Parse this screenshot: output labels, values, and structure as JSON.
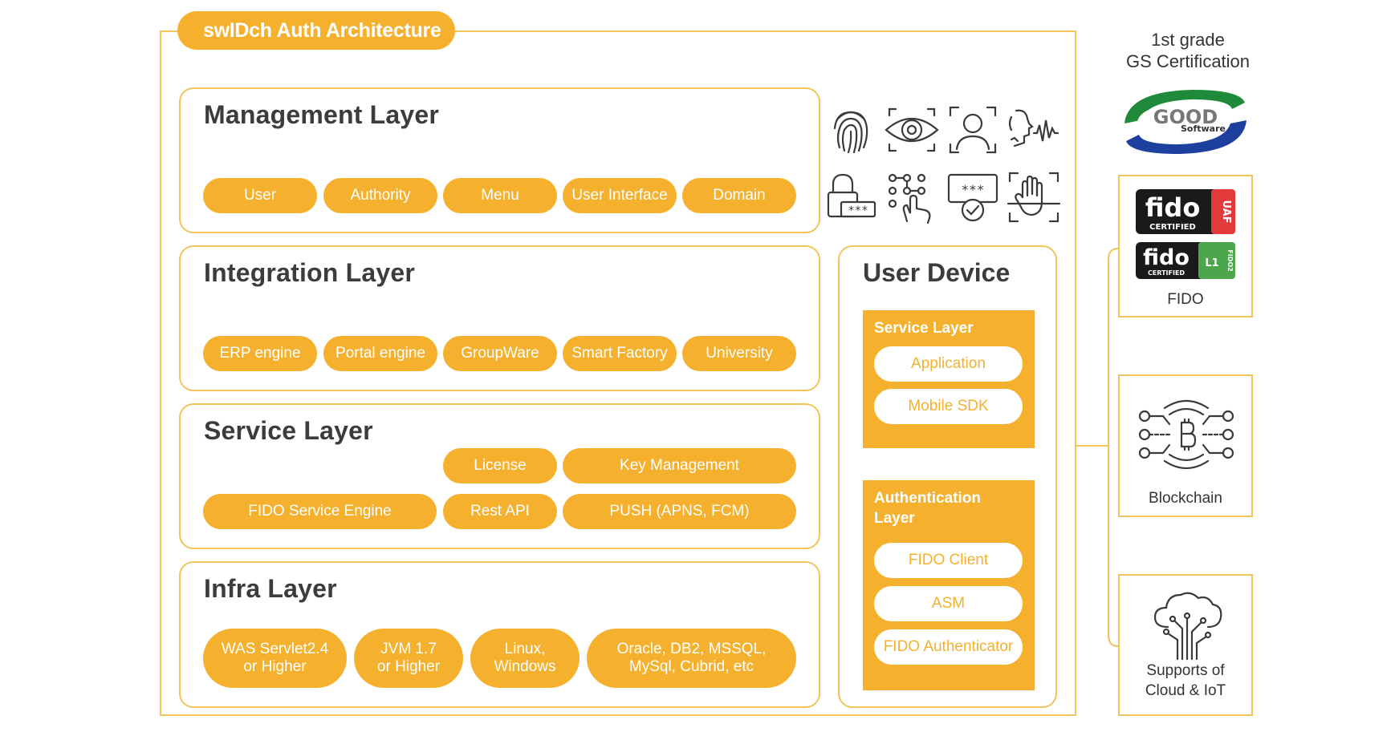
{
  "title": "swIDch Auth Architecture",
  "layers": {
    "management": {
      "title": "Management Layer",
      "items": [
        "User",
        "Authority",
        "Menu",
        "User Interface",
        "Domain"
      ]
    },
    "integration": {
      "title": "Integration Layer",
      "items": [
        "ERP engine",
        "Portal engine",
        "GroupWare",
        "Smart Factory",
        "University"
      ]
    },
    "service": {
      "title": "Service Layer",
      "items": [
        "License",
        "Key Management",
        "FIDO Service Engine",
        "Rest API",
        "PUSH (APNS, FCM)"
      ]
    },
    "infra": {
      "title": "Infra Layer",
      "items": [
        {
          "line1": "WAS Servlet2.4",
          "line2": "or Higher"
        },
        {
          "line1": "JVM 1.7",
          "line2": "or Higher"
        },
        {
          "line1": "Linux,",
          "line2": "Windows"
        },
        {
          "line1": "Oracle, DB2, MSSQL,",
          "line2": "MySql, Cubrid, etc"
        }
      ]
    }
  },
  "device": {
    "title": "User Device",
    "service_layer": {
      "title": "Service Layer",
      "items": [
        "Application",
        "Mobile SDK"
      ]
    },
    "auth_layer": {
      "title_line1": "Authentication",
      "title_line2": "Layer",
      "items": [
        "FIDO Client",
        "ASM",
        "FIDO Authenticator"
      ]
    }
  },
  "icons": [
    "fingerprint-icon",
    "eye-scan-icon",
    "face-scan-icon",
    "voice-recognition-icon",
    "password-lock-icon",
    "pattern-touch-icon",
    "pin-check-icon",
    "palm-scan-icon"
  ],
  "certification": {
    "line1": "1st grade",
    "line2": "GS Certification",
    "logo_text": "GOOD",
    "logo_sub": "Software"
  },
  "fido": {
    "badge1_text": "fido",
    "badge1_sub": "CERTIFIED",
    "badge1_tag": "UAF",
    "badge2_text": "fido",
    "badge2_sub": "CERTIFIED",
    "badge2_tag": "FIDO2",
    "badge2_level": "L1",
    "label": "FIDO"
  },
  "blockchain": {
    "label": "Blockchain"
  },
  "cloud": {
    "line1": "Supports of",
    "line2": "Cloud & IoT"
  },
  "colors": {
    "accent": "#f5b12e",
    "border": "#f2c45a",
    "text": "#3a3a3a"
  }
}
